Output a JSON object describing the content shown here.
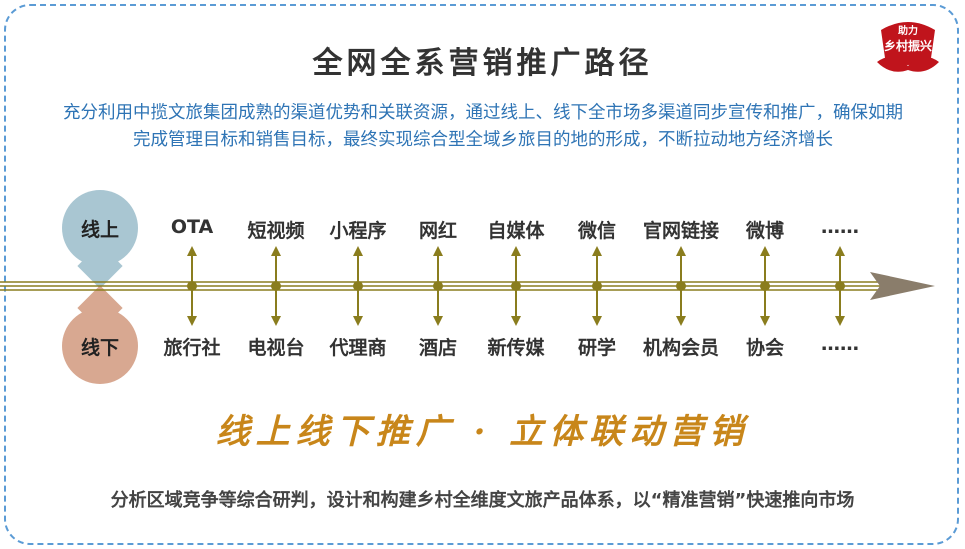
{
  "title": "全网全系营销推广路径",
  "intro": "充分利用中揽文旅集团成熟的渠道优势和关联资源，通过线上、线下全市场多渠道同步宣传和推广，确保如期完成管理目标和销售目标，最终实现综合型全域乡旅目的地的形成，不断拉动地方经济增长",
  "badge": {
    "line1": "助力",
    "line2": "乡村振兴"
  },
  "online": {
    "label": "线上",
    "items": [
      "OTA",
      "短视频",
      "小程序",
      "网红",
      "自媒体",
      "微信",
      "官网链接",
      "微博",
      "……"
    ]
  },
  "offline": {
    "label": "线下",
    "items": [
      "旅行社",
      "电视台",
      "代理商",
      "酒店",
      "新传媒",
      "研学",
      "机构会员",
      "协会",
      "……"
    ]
  },
  "slogan": "线上线下推广 · 立体联动营销",
  "footer": "分析区域竞争等综合研判，设计和构建乡村全维度文旅产品体系，以“精准营销”快速推向市场",
  "colors": {
    "intro": "#2e74b5",
    "line": "#8a7d1e",
    "arrow": "#8a7d6b",
    "slogan": "#c8861a",
    "online_pin": "#a9c6d2",
    "offline_pin": "#d8a891",
    "border": "#5b9bd5"
  }
}
